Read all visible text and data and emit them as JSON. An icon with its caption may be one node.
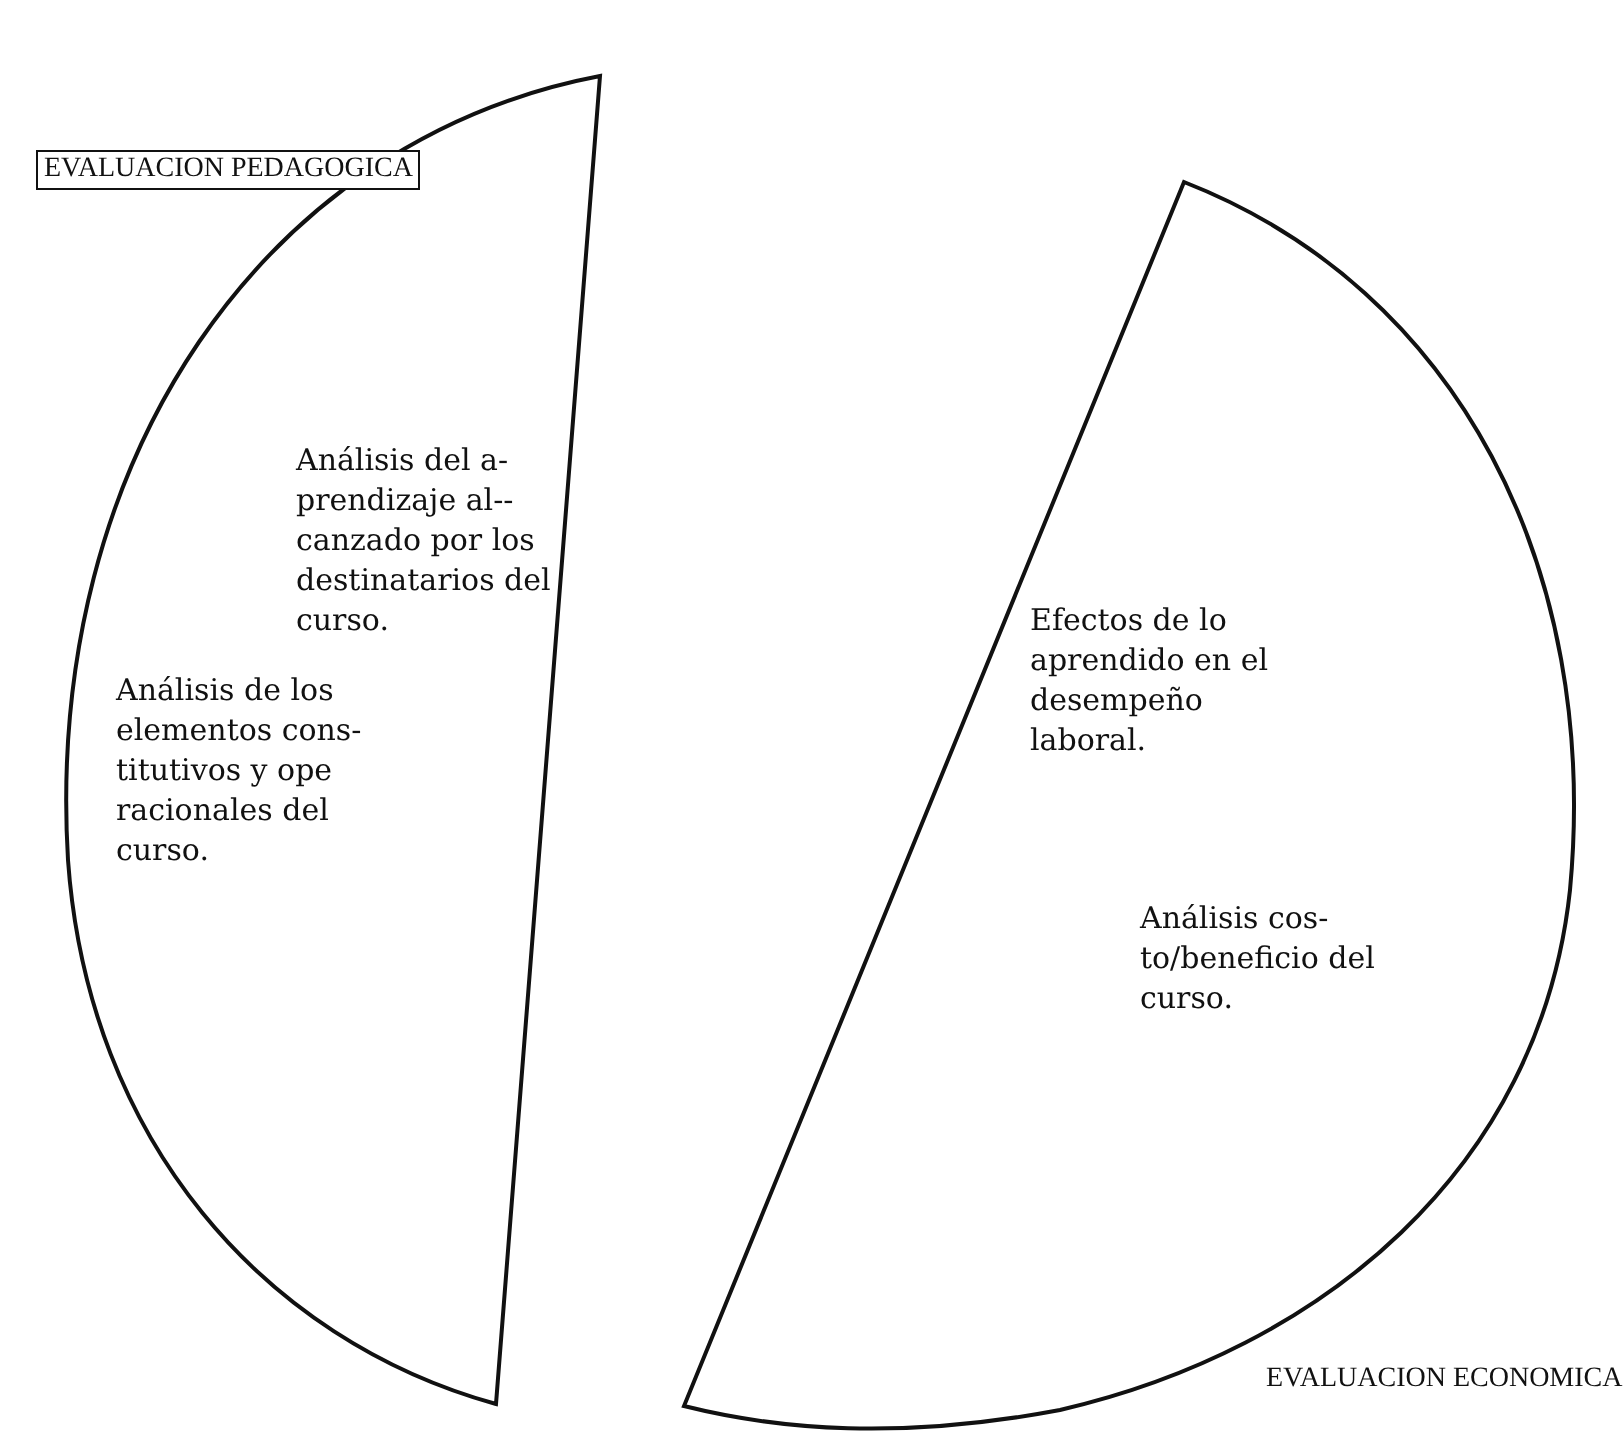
{
  "diagram": {
    "nodes": [
      {
        "text": [
          "EVALUACION PEDAGOGICA",
          "Análisis del a- prendizaje al-- canzado por los destinatarios del curso.",
          "Análisis de los elementos cons- titutivos y ope racionales del curso."
        ]
      },
      {
        "text": [
          "Efectos de lo aprendido en el desempeño laboral.",
          "Análisis cos- to/beneficio del curso.",
          "EVALUACION ECONOMICA"
        ]
      }
    ],
    "edges": []
  }
}
